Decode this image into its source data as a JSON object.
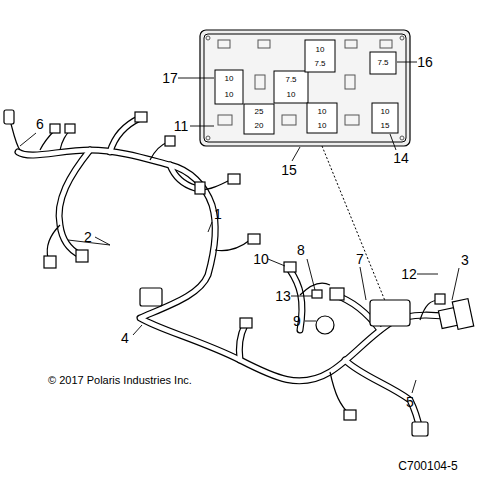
{
  "diagram": {
    "labels": [
      "17",
      "16",
      "11",
      "15",
      "14",
      "6",
      "1",
      "2",
      "10",
      "8",
      "7",
      "12",
      "3",
      "13",
      "9",
      "4",
      "5",
      "© 2017 Polaris Industries Inc.",
      "C700104-5",
      "10",
      "7.5",
      "7.5",
      "10",
      "10",
      "7.5",
      "10",
      "25",
      "20",
      "10",
      "10",
      "10",
      "15"
    ]
  }
}
